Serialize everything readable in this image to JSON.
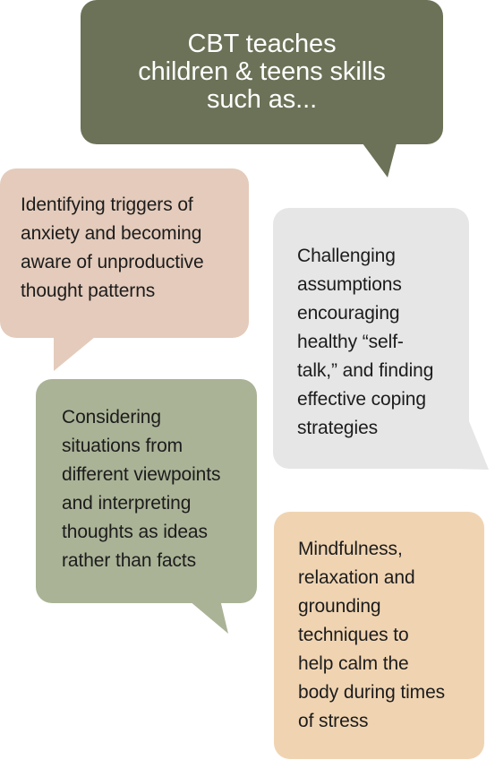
{
  "header": {
    "line1": "CBT teaches",
    "line2": "children & teens skills",
    "line3": "such as..."
  },
  "bubbles": [
    {
      "id": "pink",
      "lines": [
        "Identifying triggers of",
        "anxiety and becoming",
        "aware of unproductive",
        "thought patterns"
      ],
      "color": "#e4cbbb"
    },
    {
      "id": "grey",
      "lines": [
        "Challenging",
        "assumptions",
        "encouraging",
        "healthy “self-",
        "talk,” and finding",
        "effective coping",
        "strategies"
      ],
      "color": "#e6e6e6"
    },
    {
      "id": "green",
      "lines": [
        "Considering",
        "situations from",
        "different viewpoints",
        "and interpreting",
        "thoughts as ideas",
        "rather than facts"
      ],
      "color": "#aab396"
    },
    {
      "id": "peach",
      "lines": [
        "Mindfulness,",
        "relaxation and",
        "grounding",
        "techniques to",
        "help calm the",
        "body during times",
        "of stress"
      ],
      "color": "#f0d4b2"
    }
  ],
  "colors": {
    "header_bg": "#6b7257",
    "header_text": "#ffffff",
    "body_text": "#1c1c1c"
  }
}
